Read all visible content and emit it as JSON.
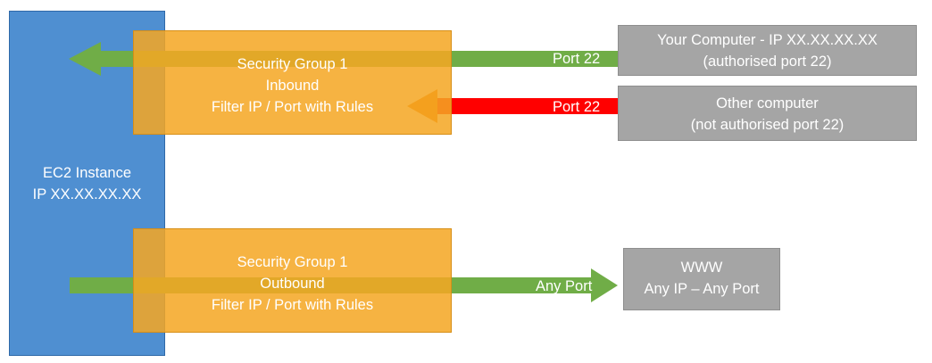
{
  "ec2": {
    "line1": "EC2 Instance",
    "line2": "IP XX.XX.XX.XX"
  },
  "sg_inbound": {
    "line1": "Security Group 1",
    "line2": "Inbound",
    "line3": "Filter IP / Port with Rules"
  },
  "sg_outbound": {
    "line1": "Security Group 1",
    "line2": "Outbound",
    "line3": "Filter IP / Port with Rules"
  },
  "your_computer": {
    "line1": "Your Computer - IP XX.XX.XX.XX",
    "line2": "(authorised port 22)"
  },
  "other_computer": {
    "line1": "Other computer",
    "line2": "(not authorised port 22)"
  },
  "www": {
    "line1": "WWW",
    "line2": "Any IP – Any Port"
  },
  "arrows": {
    "allowed_in_label": "Port 22",
    "blocked_in_label": "Port 22",
    "outbound_label": "Any Port"
  },
  "colors": {
    "ec2": "#4f8fd1",
    "security_group": "#f5a623",
    "external_host": "#a5a5a5",
    "allowed_arrow": "#70ad47",
    "blocked_arrow": "#ff0000",
    "blocked_arrow_head": "#f07b00"
  }
}
